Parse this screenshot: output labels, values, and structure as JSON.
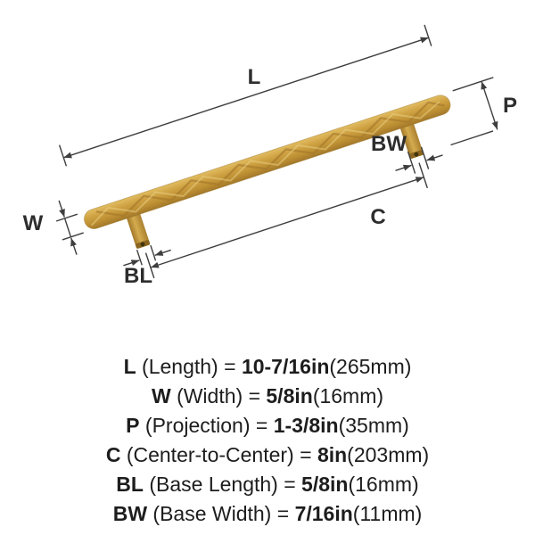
{
  "diagram": {
    "labels": {
      "L": "L",
      "W": "W",
      "P": "P",
      "C": "C",
      "BL": "BL",
      "BW": "BW"
    },
    "handle_gold": "#c89b3c",
    "line_color": "#3e3e3e"
  },
  "specs": {
    "rows": [
      {
        "letter": "L",
        "label": "(Length) =",
        "value": "10-7/16in",
        "metric": "(265mm)"
      },
      {
        "letter": "W",
        "label": "(Width) =",
        "value": "5/8in",
        "metric": "(16mm)"
      },
      {
        "letter": "P",
        "label": "(Projection) =",
        "value": "1-3/8in",
        "metric": "(35mm)"
      },
      {
        "letter": "C",
        "label": "(Center-to-Center) =",
        "value": "8in",
        "metric": "(203mm)"
      },
      {
        "letter": "BL",
        "label": "(Base Length) =",
        "value": "5/8in",
        "metric": "(16mm)"
      },
      {
        "letter": "BW",
        "label": "(Base Width) =",
        "value": "7/16in",
        "metric": "(11mm)"
      }
    ]
  }
}
